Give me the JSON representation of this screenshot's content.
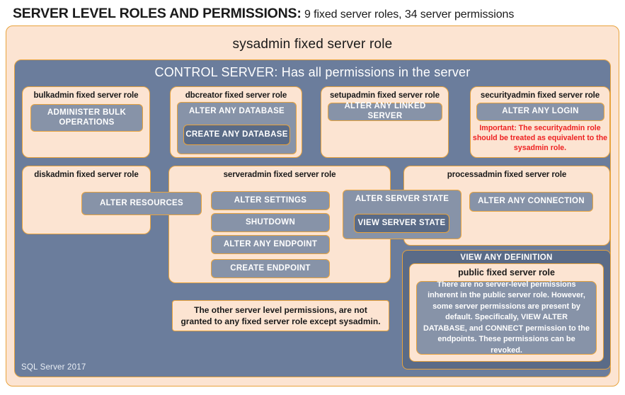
{
  "title": {
    "strong": "SERVER LEVEL ROLES AND PERMISSIONS:",
    "sub": " 9 fixed server roles, 34 server permissions"
  },
  "outer": {
    "sysadmin_label": "sysadmin fixed server role"
  },
  "control_server": {
    "label": "CONTROL SERVER: Has all permissions in the server",
    "footer": "SQL Server 2017"
  },
  "roles": {
    "bulkadmin": {
      "title": "bulkadmin fixed server role",
      "permissions": [
        "ADMINISTER  BULK OPERATIONS"
      ]
    },
    "dbcreator": {
      "title": "dbcreator fixed server role",
      "permissions": [
        "ALTER ANY DATABASE",
        "CREATE  ANY DATABASE"
      ]
    },
    "setupadmin": {
      "title": "setupadmin fixed server role",
      "permissions": [
        "ALTER ANY LINKED SERVER"
      ]
    },
    "securityadmin": {
      "title": "securityadmin fixed server role",
      "permissions": [
        "ALTER ANY LOGIN"
      ],
      "warning": "Important:  The securityadmin role should  be treated as equivalent to the  sysadmin role."
    },
    "diskadmin": {
      "title": "diskadmin fixed server role",
      "permissions": [
        "ALTER RESOURCES"
      ]
    },
    "serveradmin": {
      "title": "serveradmin fixed server role",
      "permissions": [
        "ALTER SETTINGS",
        "SHUTDOWN",
        "ALTER ANY ENDPOINT",
        "CREATE  ENDPOINT"
      ]
    },
    "shared_state": {
      "outer_permission": "ALTER SERVER  STATE",
      "inner_permission": "VIEW SERVER  STATE"
    },
    "processadmin": {
      "title": "processadmin fixed server role",
      "permissions": [
        "ALTER ANY CONNECTION"
      ]
    },
    "public": {
      "view_any_definition": "VIEW ANY DEFINITION",
      "title": "public  fixed server role",
      "body": "There are no server-level permissions inherent in the public server role. However, some server permissions are present by default. Specifically, VIEW ALTER DATABASE, and CONNECT permission to the endpoints. These permissions can be revoked."
    }
  },
  "note": {
    "text": "The other server level permissions,  are not granted to any fixed server role except sysadmin."
  },
  "colors": {
    "cream": "#fce4d2",
    "gold_border": "#e8a33d",
    "slate": "#6b7d9c",
    "permission": "#8793a8",
    "permission_dark": "#5a6b87",
    "warning_red": "#ee2222"
  }
}
